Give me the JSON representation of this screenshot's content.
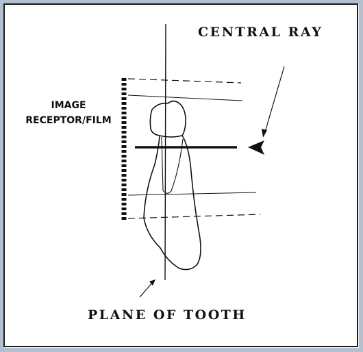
{
  "labels": {
    "central_ray": "CENTRAL RAY",
    "image_receptor_line1": "IMAGE",
    "image_receptor_line2": "RECEPTOR/FILM",
    "plane_of_tooth": "PLANE OF TOOTH"
  },
  "colors": {
    "frame": "#b4bfcf",
    "ink": "#111111",
    "background": "#ffffff"
  }
}
